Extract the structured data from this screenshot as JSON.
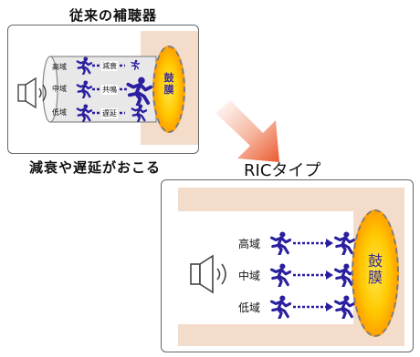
{
  "conventional": {
    "title": "従来の補聴器",
    "caption": "減衰や遅延がおこる",
    "ear_label": "鼓\n膜",
    "bands": [
      "高域",
      "中域",
      "低域"
    ],
    "effects": [
      "減衰",
      "共鳴",
      "遅延"
    ]
  },
  "ric": {
    "title": "RICタイプ",
    "ear_label": "鼓\n膜",
    "bands": [
      "高域",
      "中域",
      "低域"
    ]
  },
  "colors": {
    "figure": "#2a1fa0",
    "tube": "#f4dccb",
    "big_arrow": "#f06a3a"
  }
}
